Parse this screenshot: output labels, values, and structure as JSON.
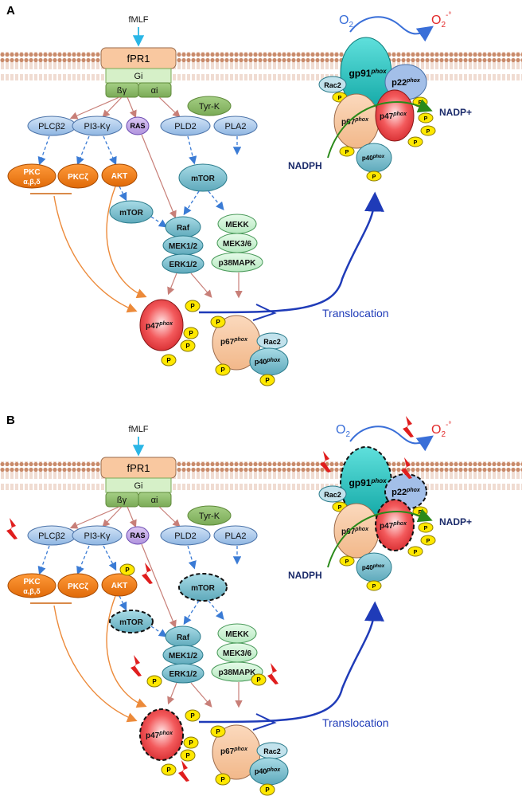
{
  "panel_a": {
    "label": "A",
    "ligand": "fMLF",
    "receptor": "fPR1",
    "gprotein": "Gi",
    "beta_gamma": "ßγ",
    "alpha_i": "αi",
    "tyrk": "Tyr-K",
    "plcb2": "PLCβ2",
    "pi3k": "PI3-Kγ",
    "ras": "RAS",
    "pld2": "PLD2",
    "pla2": "PLA2",
    "pkc_title": "PKC",
    "pkc_sub": "α,β,δ",
    "pkcz": "PKCζ",
    "akt": "AKT",
    "mtor_right": "mTOR",
    "mtor_left": "mTOR",
    "raf": "Raf",
    "mek12": "MEK1/2",
    "erk12": "ERK1/2",
    "mekk": "MEKK",
    "mek36": "MEK3/6",
    "p38": "p38MAPK",
    "p47": "p47",
    "p67": "p67",
    "p40": "p40",
    "phox": "phox",
    "rac2": "Rac2",
    "p": "P",
    "translocation": "Translocation",
    "gp91": "gp91",
    "p22": "p22",
    "o2": "O",
    "o2_sub": "2",
    "o2m": "O",
    "o2m_sub": "2",
    "o2m_sup": "-°",
    "nadph": "NADPH",
    "nadp": "NADP+"
  },
  "panel_b": {
    "label": "B",
    "ligand": "fMLF",
    "receptor": "fPR1",
    "gprotein": "Gi",
    "beta_gamma": "ßγ",
    "alpha_i": "αi",
    "tyrk": "Tyr-K",
    "plcb2": "PLCβ2",
    "pi3k": "PI3-Kγ",
    "ras": "RAS",
    "pld2": "PLD2",
    "pla2": "PLA2",
    "pkc_title": "PKC",
    "pkc_sub": "α,β,δ",
    "pkcz": "PKCζ",
    "akt": "AKT",
    "mtor_right": "mTOR",
    "mtor_left": "mTOR",
    "raf": "Raf",
    "mek12": "MEK1/2",
    "erk12": "ERK1/2",
    "mekk": "MEKK",
    "mek36": "MEK3/6",
    "p38": "p38MAPK",
    "p47": "p47",
    "p67": "p67",
    "p40": "p40",
    "phox": "phox",
    "rac2": "Rac2",
    "p": "P",
    "translocation": "Translocation",
    "gp91": "gp91",
    "p22": "p22",
    "o2": "O",
    "o2_sub": "2",
    "o2m": "O",
    "o2m_sub": "2",
    "o2m_sup": "-°",
    "nadph": "NADPH",
    "nadp": "NADP+"
  },
  "colors": {
    "receptor": "#f9c8a0",
    "gprotein": "#c6e9b8",
    "gsub": "#8fbf6a",
    "blue_node": "#a9c9ec",
    "teal_node": "#6fb8c8",
    "orange_node": "#f07b14",
    "mint_node": "#c8f0d0",
    "p47": "#e8393c",
    "p67": "#f6c8a2",
    "gp91": "#22c4c0",
    "p22": "#a3bfe8",
    "phospho": "#ffe800",
    "arrow_blue": "#1f3bb8",
    "arrow_orange": "#ec8a3a",
    "arrow_brown": "#c87f78",
    "arrow_dash": "#3a7bd5",
    "o2_blue": "#3a6fd8",
    "o2_red": "#e22a2a",
    "lightning": "#e01e1e",
    "nadph_green": "#2a8a1a"
  }
}
